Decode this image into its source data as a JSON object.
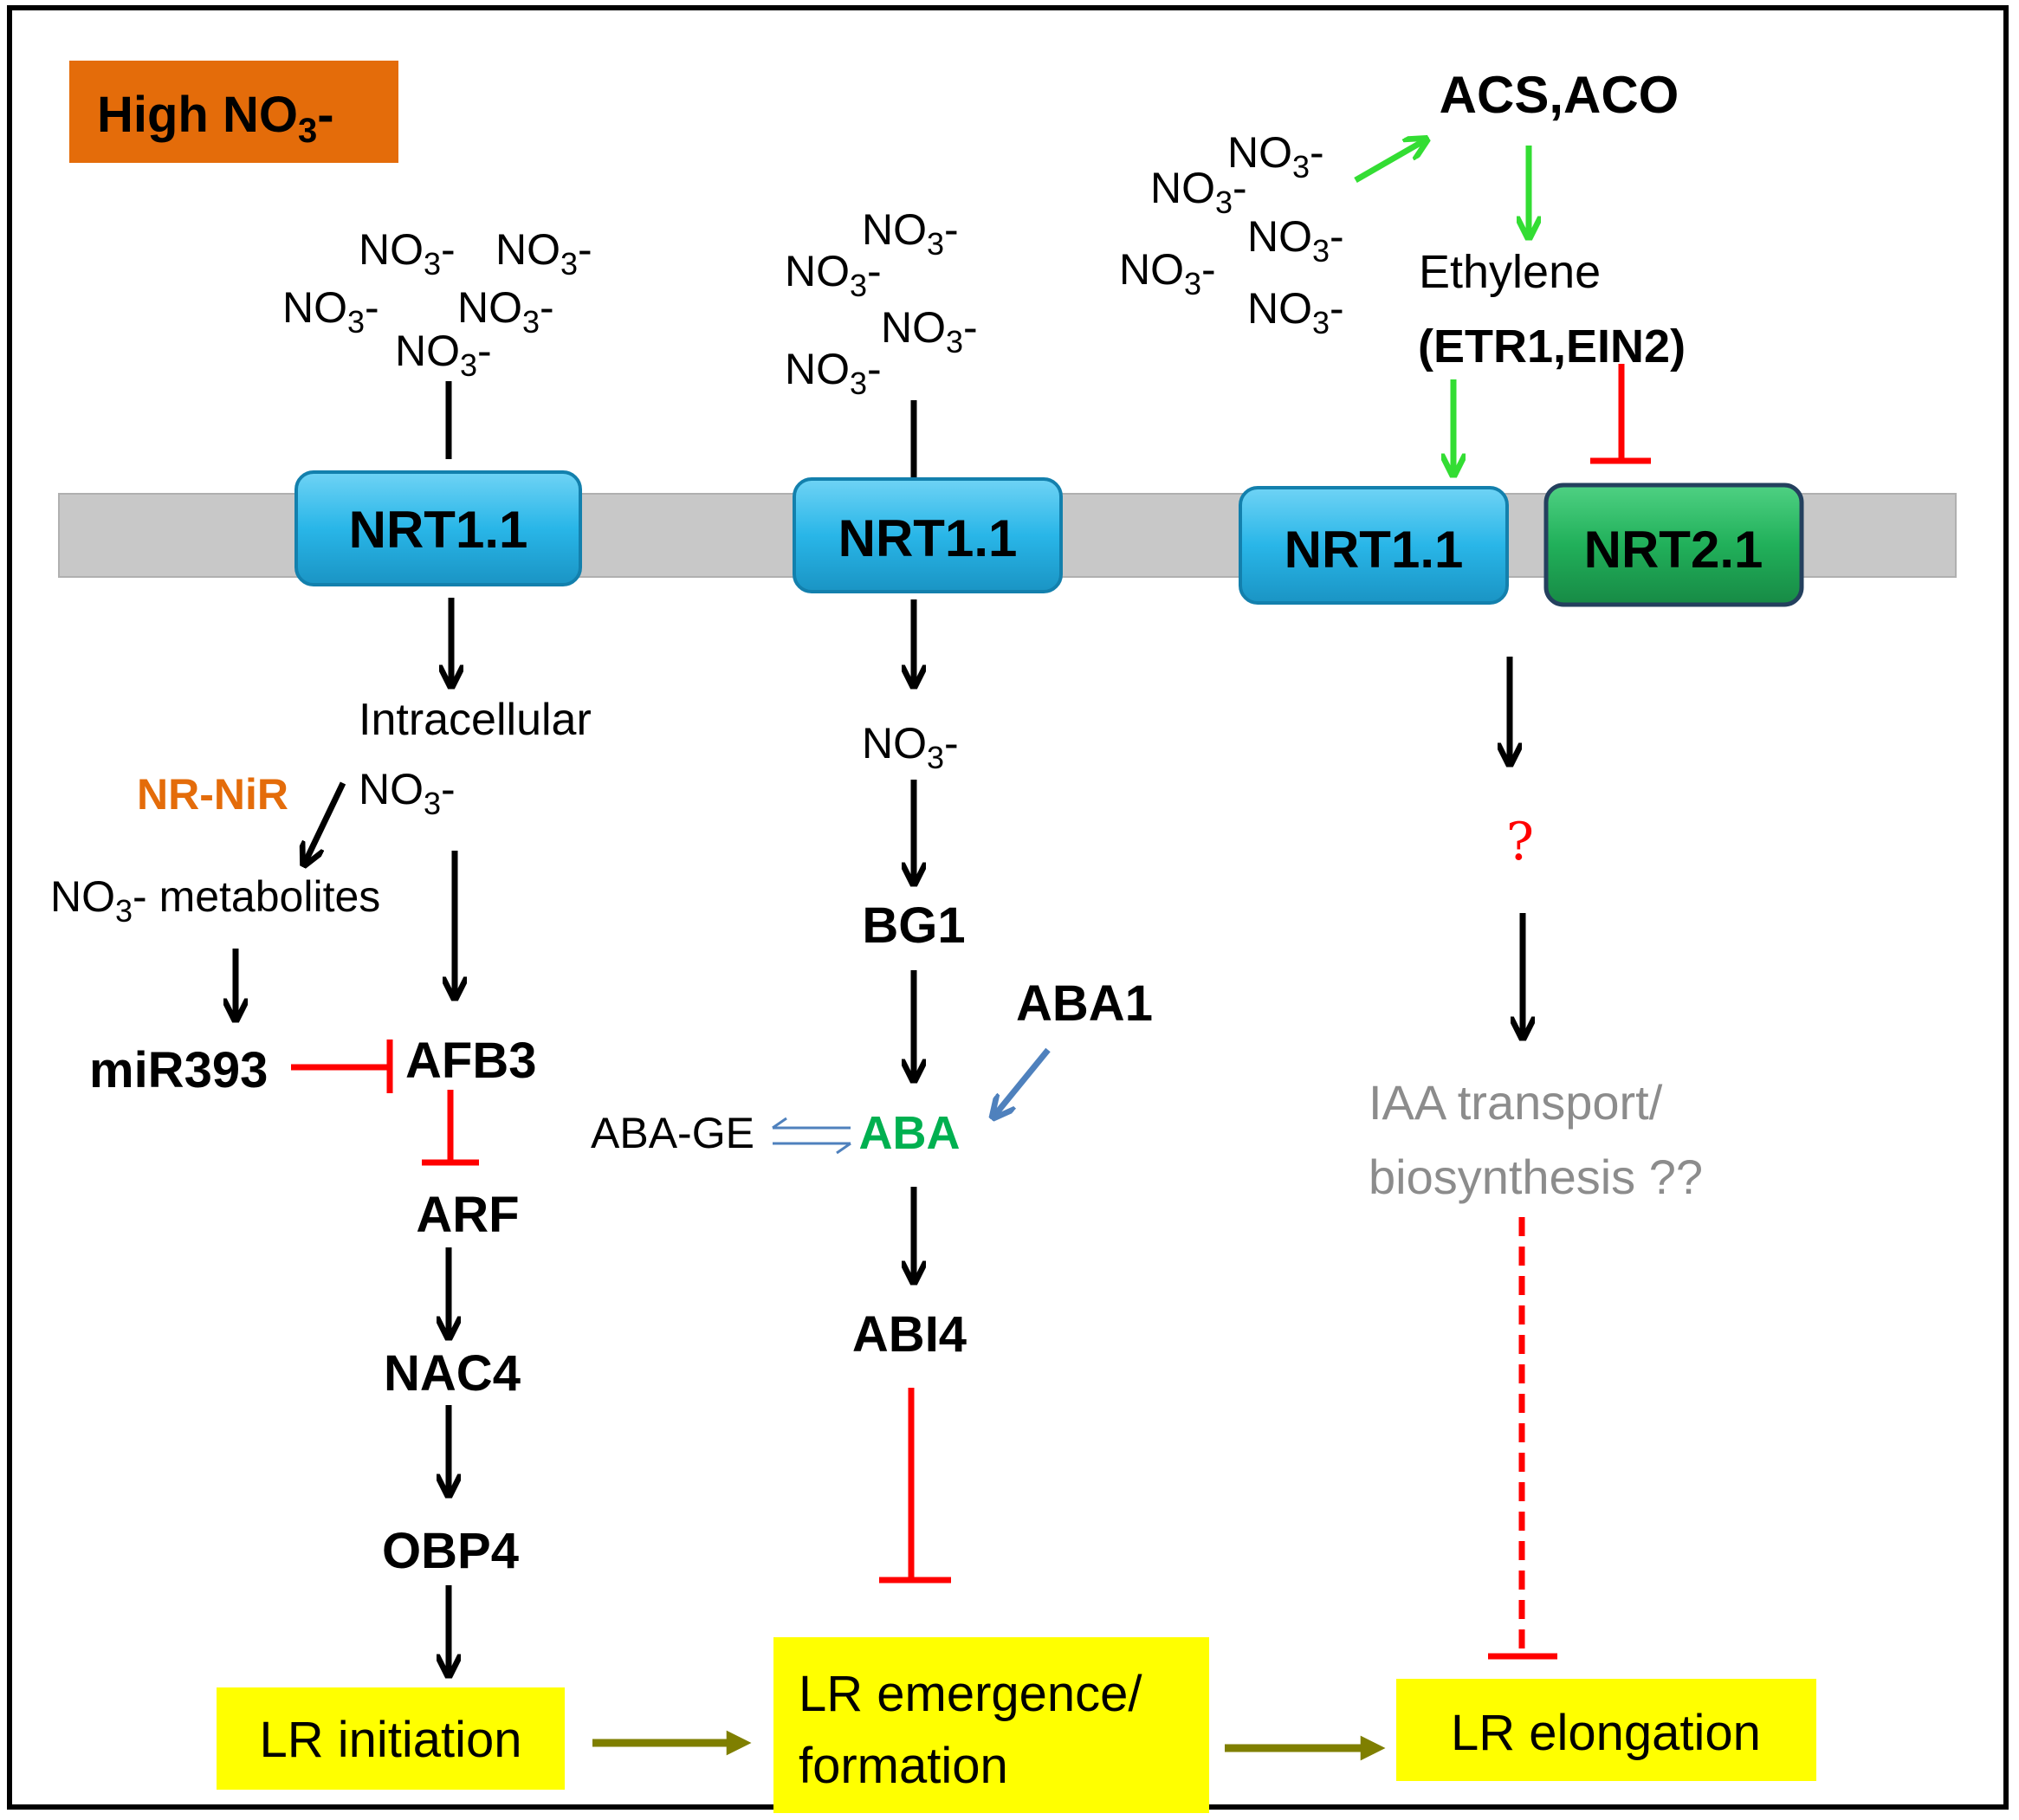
{
  "badge": {
    "label": "High  NO",
    "sub": "3",
    "tail": "-"
  },
  "colors": {
    "membrane": "#c8c8c8",
    "nrt11": "#29b6e8",
    "nrt21": "#21b05a",
    "badge": "#e46c0a",
    "outcome": "#ffff00",
    "inhibit": "#ff0000",
    "ethylene_arrow": "#33dd33",
    "aba1_arrow": "#4f81bd",
    "flow_arrow": "#7f7f00",
    "nr_nir": "#e46c0a",
    "aba": "#00b050",
    "iaa": "#8c8c8c",
    "question": "#ff0000"
  },
  "nitrate": {
    "base": "NO",
    "sub": "3",
    "tail": "-"
  },
  "transporters": {
    "nrt11": "NRT1.1",
    "nrt21": "NRT2.1"
  },
  "left": {
    "intracellular": "Intracellular",
    "nr_nir": "NR-NiR",
    "metabolites": "- metabolites",
    "mir393": "miR393",
    "afb3": "AFB3",
    "arf": "ARF",
    "nac4": "NAC4",
    "obp4": "OBP4"
  },
  "middle": {
    "bg1": "BG1",
    "aba1": "ABA1",
    "aba_ge": "ABA-GE",
    "aba": "ABA",
    "abi4": "ABI4"
  },
  "right": {
    "acs_aco": "ACS,ACO",
    "ethylene": "Ethylene",
    "etr_ein": "(ETR1,EIN2)",
    "question": "?",
    "iaa_line1": "IAA transport/",
    "iaa_line2": "biosynthesis ??"
  },
  "outcomes": {
    "initiation": "LR initiation",
    "emergence_line1": "LR emergence/",
    "emergence_line2": "formation",
    "elongation": "LR elongation"
  }
}
